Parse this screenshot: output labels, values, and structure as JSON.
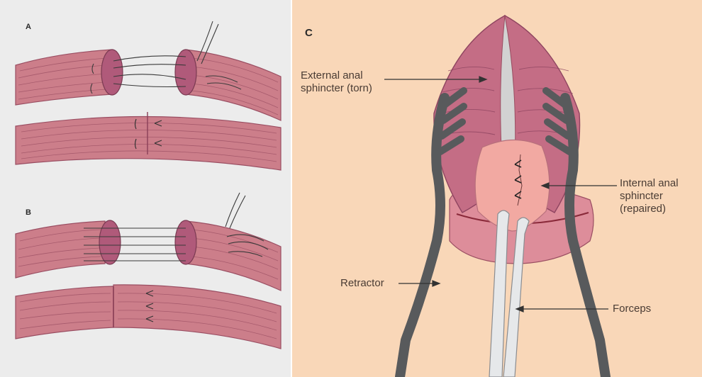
{
  "panels": {
    "a": {
      "letter": "A"
    },
    "b": {
      "letter": "B"
    },
    "c": {
      "letter": "C"
    }
  },
  "labels": {
    "external_line1": "External anal",
    "external_line2": "sphincter (torn)",
    "internal_line1": "Internal anal",
    "internal_line2": "sphincter",
    "internal_line3": "(repaired)",
    "retractor": "Retractor",
    "forceps": "Forceps"
  },
  "colors": {
    "muscle": "#cc7e8a",
    "muscle_dark": "#9a4e62",
    "muscle_end": "#b05a7a",
    "background_left": "#ececec",
    "background_right": "#f9d7b8",
    "retractor": "#585a5c",
    "internal_sphincter": "#f2a9a2",
    "forceps": "#e6e8ea"
  }
}
